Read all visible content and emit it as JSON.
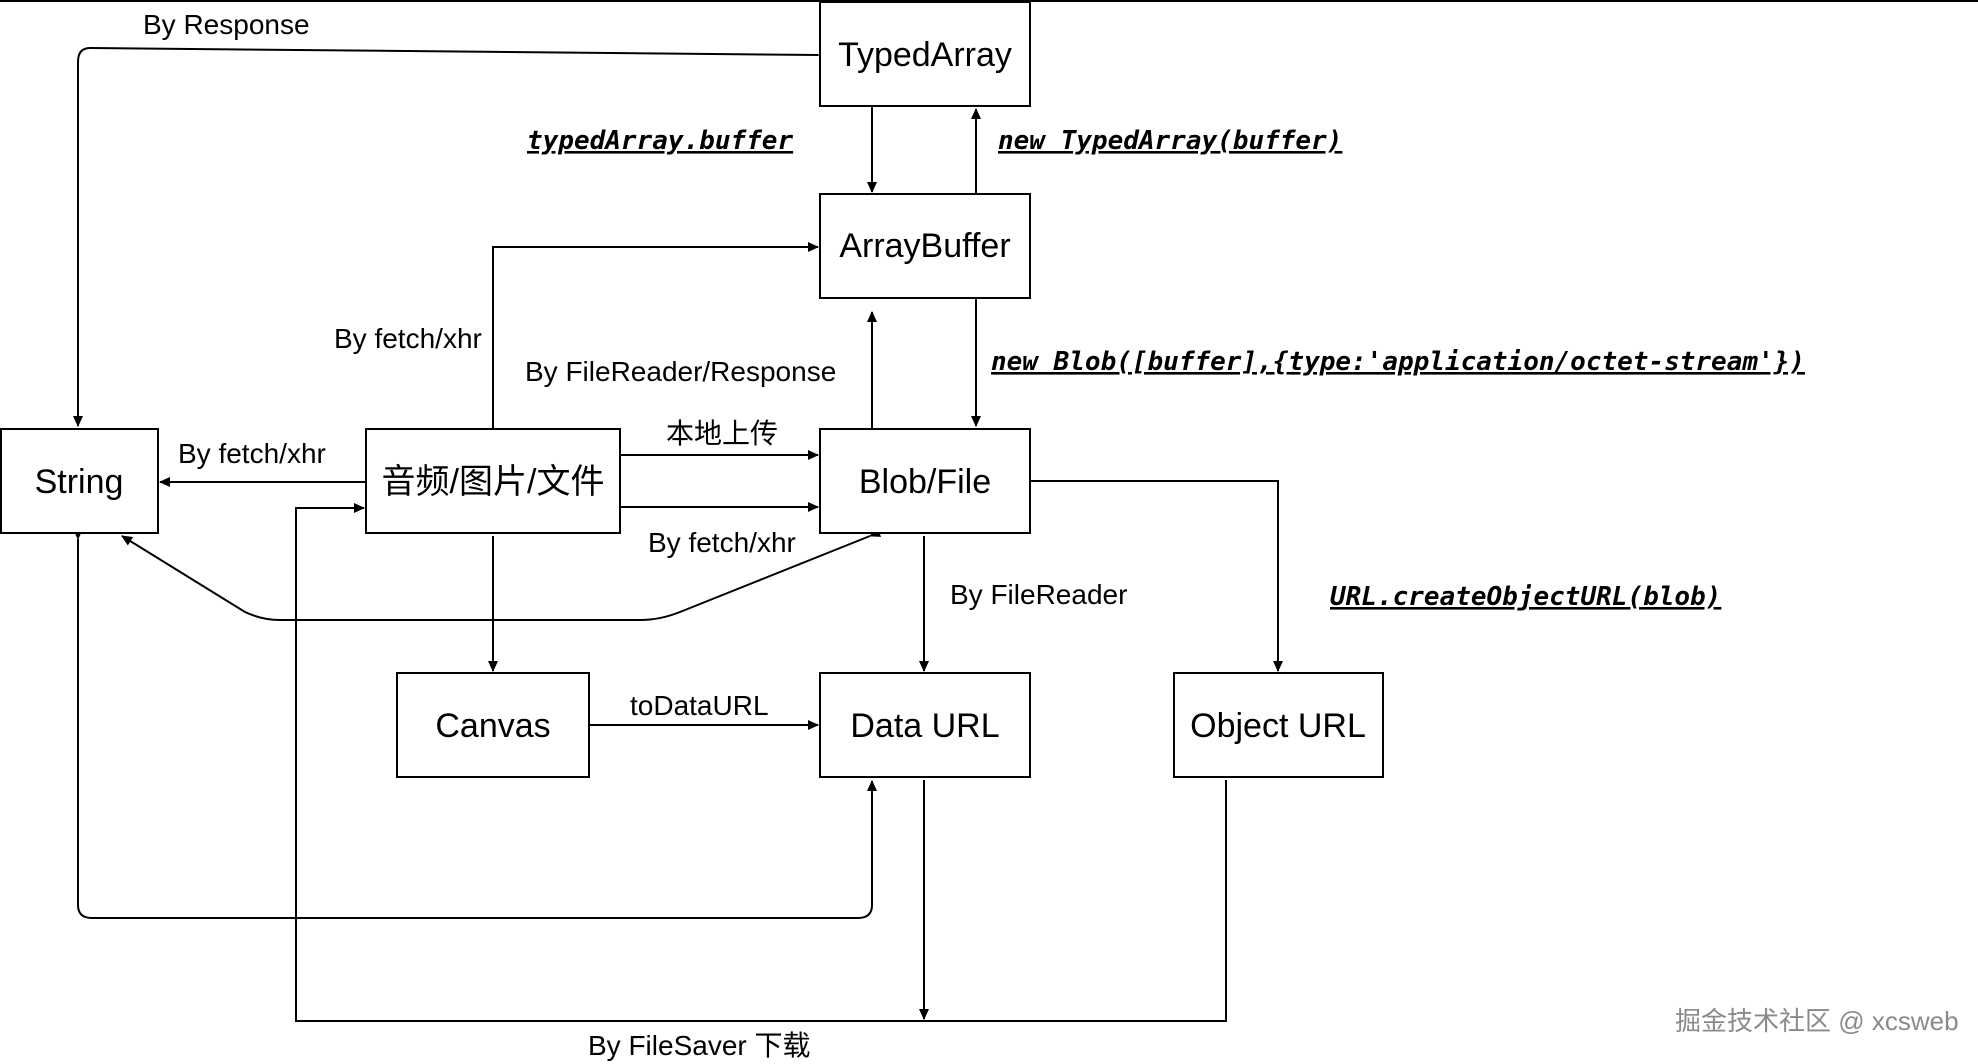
{
  "nodes": {
    "typed_array": "TypedArray",
    "array_buffer": "ArrayBuffer",
    "string": "String",
    "media": "音频/图片/文件",
    "blob_file": "Blob/File",
    "canvas": "Canvas",
    "data_url": "Data URL",
    "object_url": "Object URL"
  },
  "edges": {
    "by_response": "By Response",
    "typed_array_buffer": "typedArray.buffer",
    "new_typed_array": "new TypedArray(buffer)",
    "by_fetch_xhr_to_buffer": "By fetch/xhr",
    "by_filereader_response": "By FileReader/Response",
    "new_blob": "new Blob([buffer],{type:'application/octet-stream'})",
    "by_fetch_xhr_to_string": "By fetch/xhr",
    "local_upload": "本地上传",
    "by_fetch_xhr_to_blob": "By fetch/xhr",
    "by_filereader": "By FileReader",
    "create_object_url": "URL.createObjectURL(blob)",
    "to_data_url": "toDataURL",
    "by_filesaver": "By FileSaver 下载"
  },
  "watermark": "掘金技术社区 @ xcsweb"
}
